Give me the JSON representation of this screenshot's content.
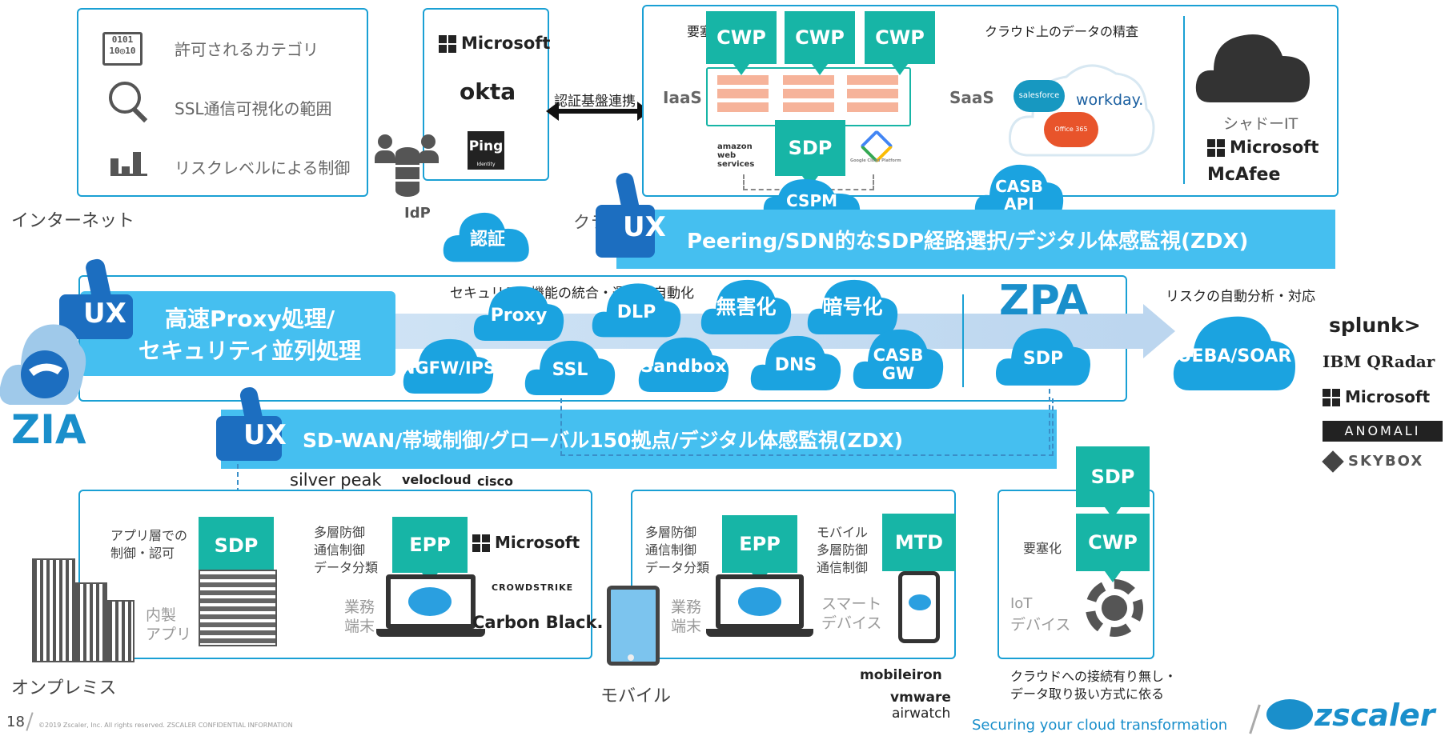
{
  "internet": {
    "items": [
      {
        "icon": "binary-icon",
        "label": "許可されるカテゴリ"
      },
      {
        "icon": "magnifier-icon",
        "label": "SSL通信可視化の範囲"
      },
      {
        "icon": "bar-chart-icon",
        "label": "リスクレベルによる制御"
      }
    ],
    "caption": "インターネット"
  },
  "idp": {
    "logos": [
      "Microsoft",
      "okta",
      "Ping"
    ],
    "ping_sub": "Identity",
    "caption": "IdP",
    "auth_cloud": "認証",
    "link_label": "認証基盤連携"
  },
  "cloud_services": {
    "cwp_labels": [
      "CWP",
      "CWP",
      "CWP"
    ],
    "top_label": "要塞化・全…",
    "iaas": "IaaS",
    "sdp": "SDP",
    "cspm": "CSPM",
    "aws": "amazon web services",
    "gcp": "Google Cloud Platform",
    "saas_title": "クラウド上のデータの精査",
    "saas": "SaaS",
    "saas_logos": [
      "salesforce",
      "workday.",
      "Office 365"
    ],
    "casb_api": "CASB API",
    "shadow_it": "シャドーIT",
    "shadow_logos": [
      "Microsoft",
      "McAfee"
    ],
    "caption": "クラウドサービス"
  },
  "bands": {
    "top": "Peering/SDN的なSDP経路選択/デジタル体感監視(ZDX)",
    "middle_line1": "高速Proxy処理/",
    "middle_line2": "セキュリティ並列処理",
    "bottom": "SD-WAN/帯域制御/グローバル150拠点/デジタル体感監視(ZDX)",
    "ux": "UX"
  },
  "security": {
    "title": "セキュリティ機能の統合・運用の自動化",
    "clouds": [
      "Proxy",
      "DLP",
      "無害化",
      "暗号化",
      "NGFW/IPS",
      "SSL",
      "Sandbox",
      "DNS",
      "CASB GW"
    ],
    "zpa": "ZPA",
    "zpa_sdp": "SDP",
    "zia": "ZIA"
  },
  "analytics": {
    "title": "リスクの自動分析・対応",
    "cloud": "UEBA/SOAR",
    "logos": [
      "splunk>",
      "IBM QRadar",
      "Microsoft",
      "ANOMALI",
      "SKYBOX"
    ]
  },
  "sdwan_logos": [
    "silver peak",
    "velocloud",
    "cisco"
  ],
  "onprem": {
    "app_text_1": "アプリ層での",
    "app_text_2": "制御・認可",
    "sdp": "SDP",
    "internal_app_1": "内製",
    "internal_app_2": "アプリ",
    "epp_text": [
      "多層防御",
      "通信制御",
      "データ分類"
    ],
    "epp": "EPP",
    "device_1": "業務",
    "device_2": "端末",
    "logos": [
      "Microsoft",
      "CROWDSTRIKE",
      "Carbon Black."
    ],
    "caption": "オンプレミス"
  },
  "mobile": {
    "epp_text": [
      "多層防御",
      "通信制御",
      "データ分類"
    ],
    "epp": "EPP",
    "device_1": "業務",
    "device_2": "端末",
    "mtd_text": [
      "モバイル",
      "多層防御",
      "通信制御"
    ],
    "mtd": "MTD",
    "smart_1": "スマート",
    "smart_2": "デバイス",
    "logos": [
      "mobileiron",
      "vmware",
      "airwatch"
    ],
    "caption": "モバイル"
  },
  "iot": {
    "sdp": "SDP",
    "cwp": "CWP",
    "harden": "要塞化",
    "device_1": "IoT",
    "device_2": "デバイス",
    "note_1": "クラウドへの接続有り無し・",
    "note_2": "データ取り扱い方式に依る"
  },
  "footer": {
    "page": "18",
    "copyright": "©2019 Zscaler, Inc. All rights reserved. ZSCALER CONFIDENTIAL INFORMATION",
    "tagline": "Securing your cloud transformation",
    "brand": "zscaler"
  },
  "colors": {
    "accent": "#1aa0d4",
    "band": "#45bff0",
    "cloud": "#1ba3e0",
    "green": "#17b5a6"
  }
}
